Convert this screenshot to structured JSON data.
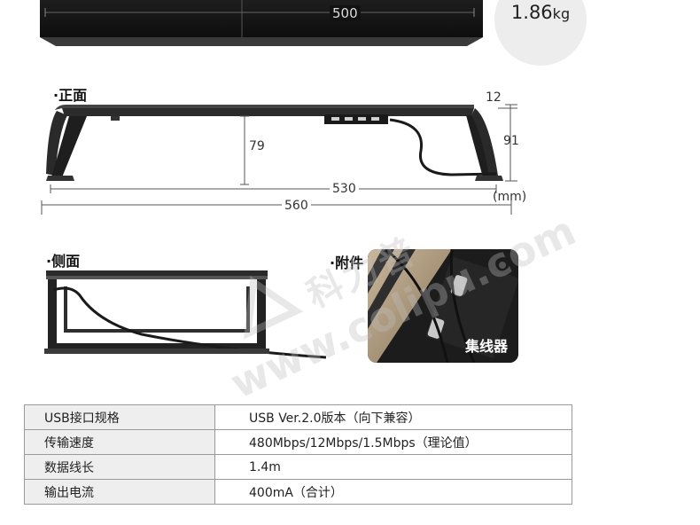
{
  "top_view": {
    "width_label": "500"
  },
  "weight": {
    "value": "1.86",
    "unit": "kg"
  },
  "front_view": {
    "label": "·正面",
    "dims": {
      "thickness": "12",
      "height": "91",
      "inner_height": "79",
      "inner_width": "530",
      "total_width": "560",
      "unit": "(mm)"
    }
  },
  "side_view": {
    "label": "·侧面"
  },
  "accessories": {
    "label": "·附件",
    "caption": "集线器"
  },
  "watermark": {
    "cn": "科力普",
    "en": "www.colipu.com"
  },
  "colors": {
    "product": "#2a2a2a",
    "table_border": "#9a9a9a",
    "table_key_bg": "#eeeeee"
  },
  "specs": [
    {
      "key": "USB接口规格",
      "value": "USB Ver.2.0版本（向下兼容）"
    },
    {
      "key": "传输速度",
      "value": "480Mbps/12Mbps/1.5Mbps（理论值）"
    },
    {
      "key": "数据线长",
      "value": "1.4m"
    },
    {
      "key": "输出电流",
      "value": "400mA（合计）"
    }
  ]
}
